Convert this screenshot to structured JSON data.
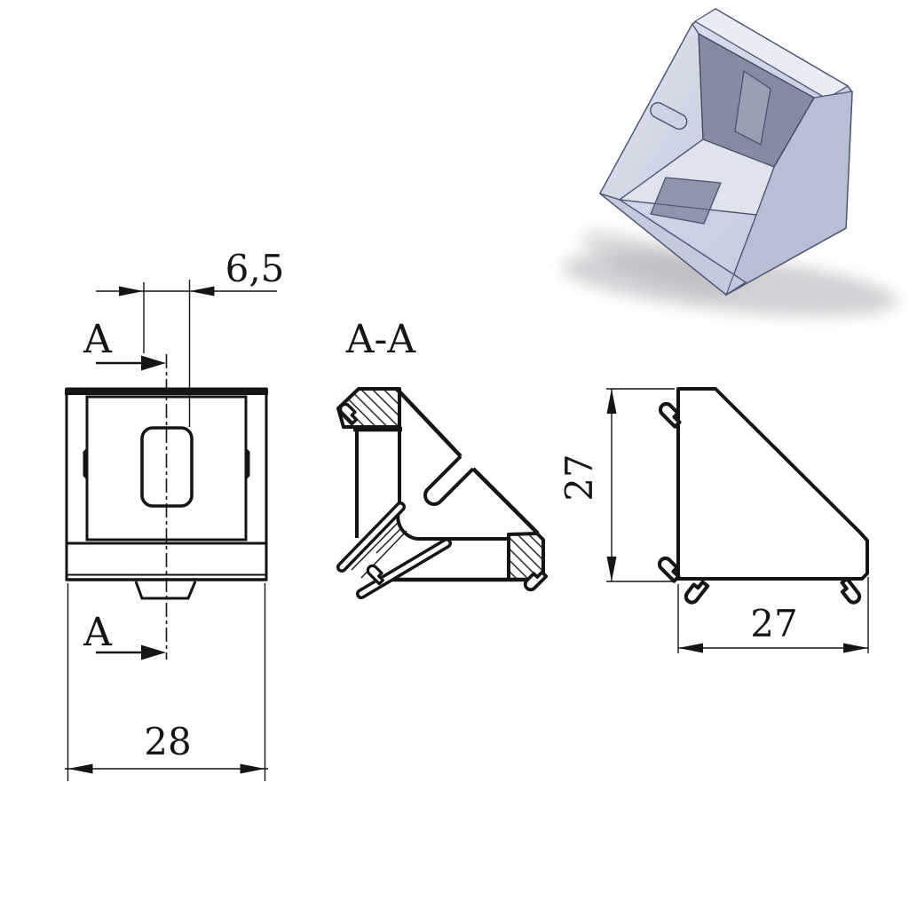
{
  "labels": {
    "section_cut": "A",
    "section_view_title": "A-A"
  },
  "dimensions": {
    "slot_offset": "6,5",
    "front_width": "28",
    "side_height": "27",
    "side_depth": "27"
  },
  "colors": {
    "line": "#151515",
    "background": "#ffffff",
    "render_outline": "#4d5472",
    "render_body": "#ccd2e3",
    "render_body_light": "#e9ecf4",
    "render_face_right": "#b8bed3",
    "render_face_front": "#c4cadb",
    "render_wall_dark": "#868ca0",
    "render_wall_slot": "#9aa0b2",
    "render_floor": "#dfe3ee",
    "render_floor_slot": "#9096a9",
    "render_pin": "#ccd2e2",
    "shadow": "#bdbdc2"
  }
}
